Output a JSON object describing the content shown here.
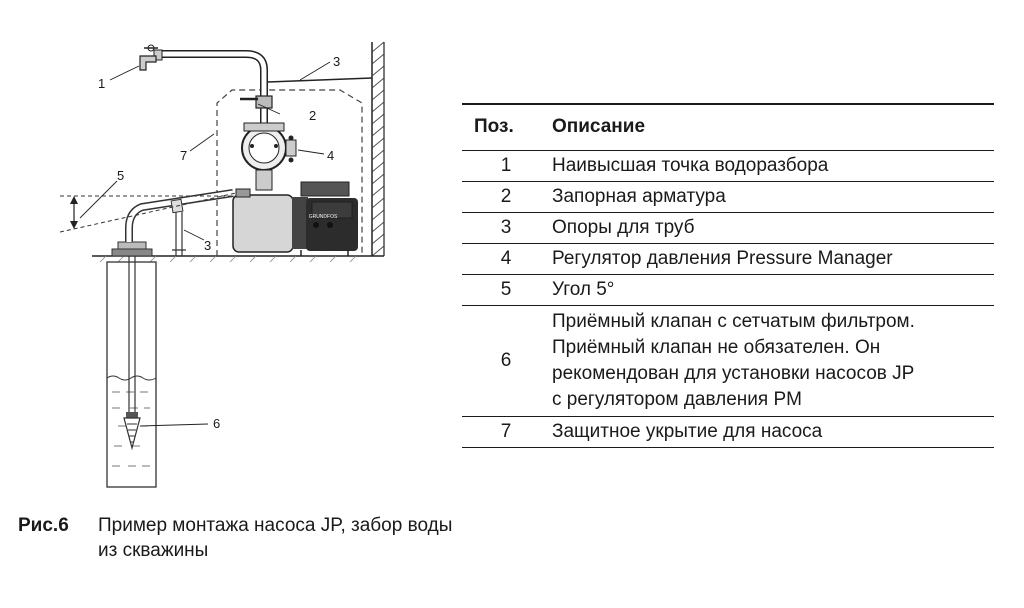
{
  "figure": {
    "callouts": [
      {
        "num": "1"
      },
      {
        "num": "2"
      },
      {
        "num": "3"
      },
      {
        "num": "3"
      },
      {
        "num": "4"
      },
      {
        "num": "5"
      },
      {
        "num": "6"
      },
      {
        "num": "7"
      }
    ],
    "pump_brand": "GRUNDFOS"
  },
  "table": {
    "headers": {
      "pos": "Поз.",
      "desc": "Описание"
    },
    "rows": [
      {
        "pos": "1",
        "lines": [
          "Наивысшая точка водоразбора"
        ]
      },
      {
        "pos": "2",
        "lines": [
          "Запорная арматура"
        ]
      },
      {
        "pos": "3",
        "lines": [
          "Опоры для труб"
        ]
      },
      {
        "pos": "4",
        "lines": [
          "Регулятор давления Pressure Manager"
        ]
      },
      {
        "pos": "5",
        "lines": [
          "Угол 5°"
        ]
      },
      {
        "pos": "6",
        "lines": [
          "Приёмный клапан с сетчатым фильтром.",
          "Приёмный клапан не обязателен. Он",
          "рекомендован для установки насосов JP",
          "с регулятором давления PM"
        ]
      },
      {
        "pos": "7",
        "lines": [
          "Защитное укрытие для насоса"
        ]
      }
    ]
  },
  "caption": {
    "label": "Рис.6",
    "text": "Пример монтажа насоса JP, забор воды из скважины"
  }
}
